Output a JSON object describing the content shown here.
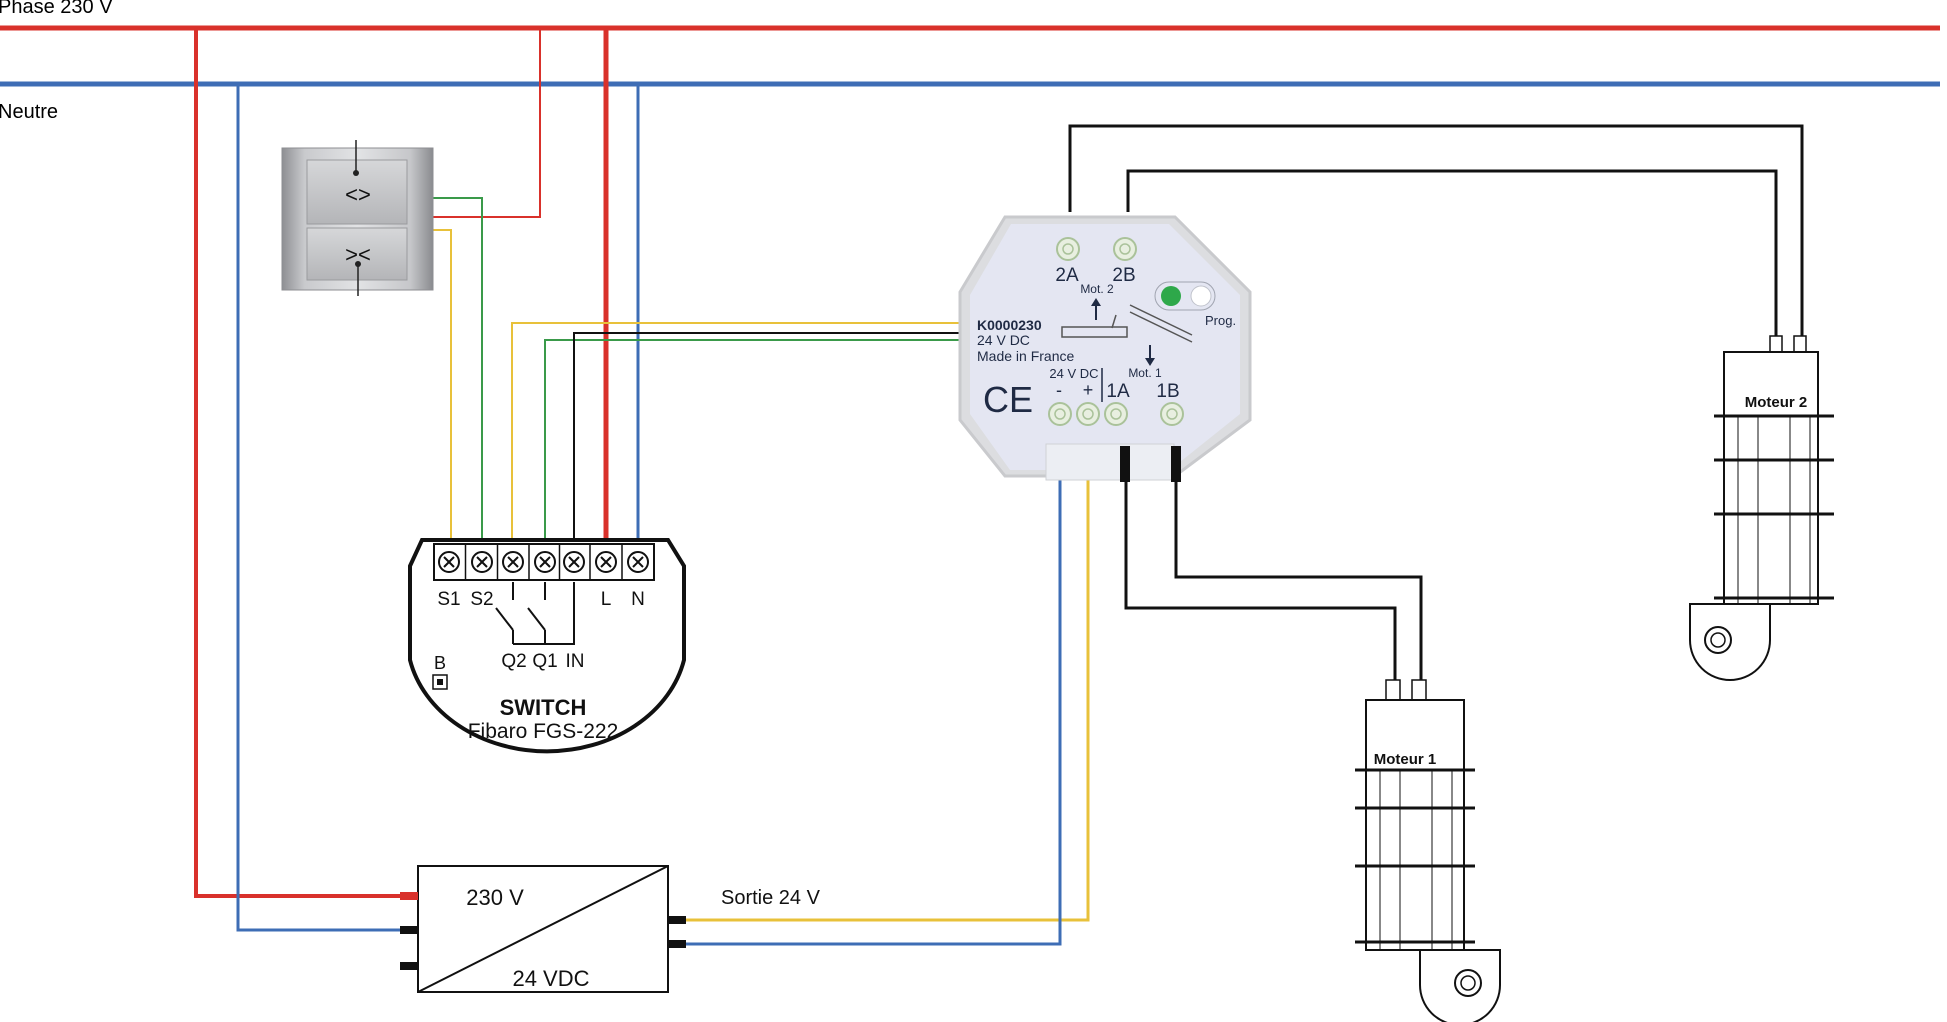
{
  "rails": {
    "phase_label": "Phase 230 V",
    "neutral_label": "Neutre"
  },
  "colors": {
    "phase": "#d9312b",
    "neutral": "#3e6db5",
    "green": "#3a9a4a",
    "yellow": "#e8c13a",
    "black": "#111111",
    "module_body": "#e4e6f2"
  },
  "switch_module": {
    "title": "SWITCH",
    "model": "Fibaro FGS-222",
    "terminals": [
      "S1",
      "S2",
      "",
      "",
      "",
      "L",
      "N"
    ],
    "terminal_labels": {
      "s1": "S1",
      "s2": "S2",
      "l": "L",
      "n": "N"
    },
    "outputs": {
      "q2": "Q2",
      "q1": "Q1",
      "in": "IN"
    },
    "button_label": "B"
  },
  "wall_switch": {
    "up_glyph": "<>",
    "down_glyph": "><"
  },
  "controller": {
    "ref": "K0000230",
    "voltage": "24 V DC",
    "origin": "Made in France",
    "ce_mark": "CE",
    "prog_label": "Prog.",
    "mot2_label": "Mot. 2",
    "mot1_label": "Mot. 1",
    "terminal_2a": "2A",
    "terminal_2b": "2B",
    "terminal_1a": "1A",
    "terminal_1b": "1B",
    "supply_label": "24 V DC",
    "minus": "-",
    "plus": "+"
  },
  "psu": {
    "input": "230 V",
    "output": "24 VDC",
    "output_label": "Sortie 24 V"
  },
  "motors": {
    "motor1": "Moteur 1",
    "motor2": "Moteur 2"
  }
}
